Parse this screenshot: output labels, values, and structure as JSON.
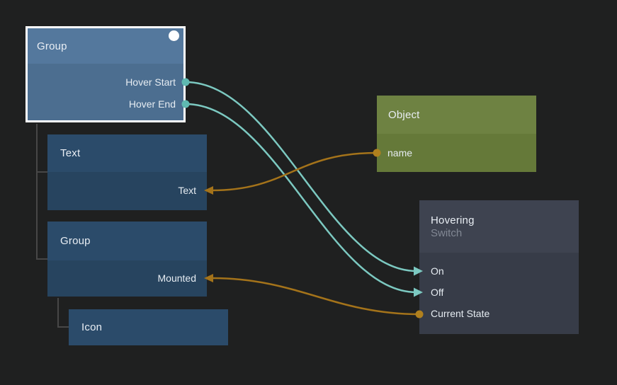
{
  "app": {
    "type": "node-graph-editor"
  },
  "colors": {
    "background": "#1f2020",
    "wire_teal": "#7cc9c1",
    "wire_orange": "#a4731a",
    "port_teal": "#5fb9b1",
    "port_orange": "#b0801e",
    "selected_border": "#ffffff",
    "tree_line": "#474747",
    "subtitle_text": "#828894"
  },
  "nodes": [
    {
      "title": "Group",
      "selected": true,
      "ports": [
        {
          "label": "Hover Start",
          "direction": "output"
        },
        {
          "label": "Hover End",
          "direction": "output"
        }
      ]
    },
    {
      "title": "Text",
      "ports": [
        {
          "label": "Text",
          "direction": "input"
        }
      ]
    },
    {
      "title": "Group",
      "ports": [
        {
          "label": "Mounted",
          "direction": "input"
        }
      ]
    },
    {
      "title": "Icon",
      "ports": []
    },
    {
      "title": "Object",
      "ports": [
        {
          "label": "name",
          "direction": "output"
        }
      ]
    },
    {
      "title": "Hovering",
      "subtitle": "Switch",
      "ports": [
        {
          "label": "On",
          "direction": "input"
        },
        {
          "label": "Off",
          "direction": "input"
        },
        {
          "label": "Current State",
          "direction": "output"
        }
      ]
    }
  ],
  "connections": [
    {
      "from": "Group.Hover Start",
      "to": "Hovering.On",
      "color": "teal"
    },
    {
      "from": "Group.Hover End",
      "to": "Hovering.Off",
      "color": "teal"
    },
    {
      "from": "Object.name",
      "to": "Text.Text",
      "color": "orange"
    },
    {
      "from": "Hovering.Current State",
      "to": "Group.Mounted",
      "color": "orange"
    }
  ]
}
